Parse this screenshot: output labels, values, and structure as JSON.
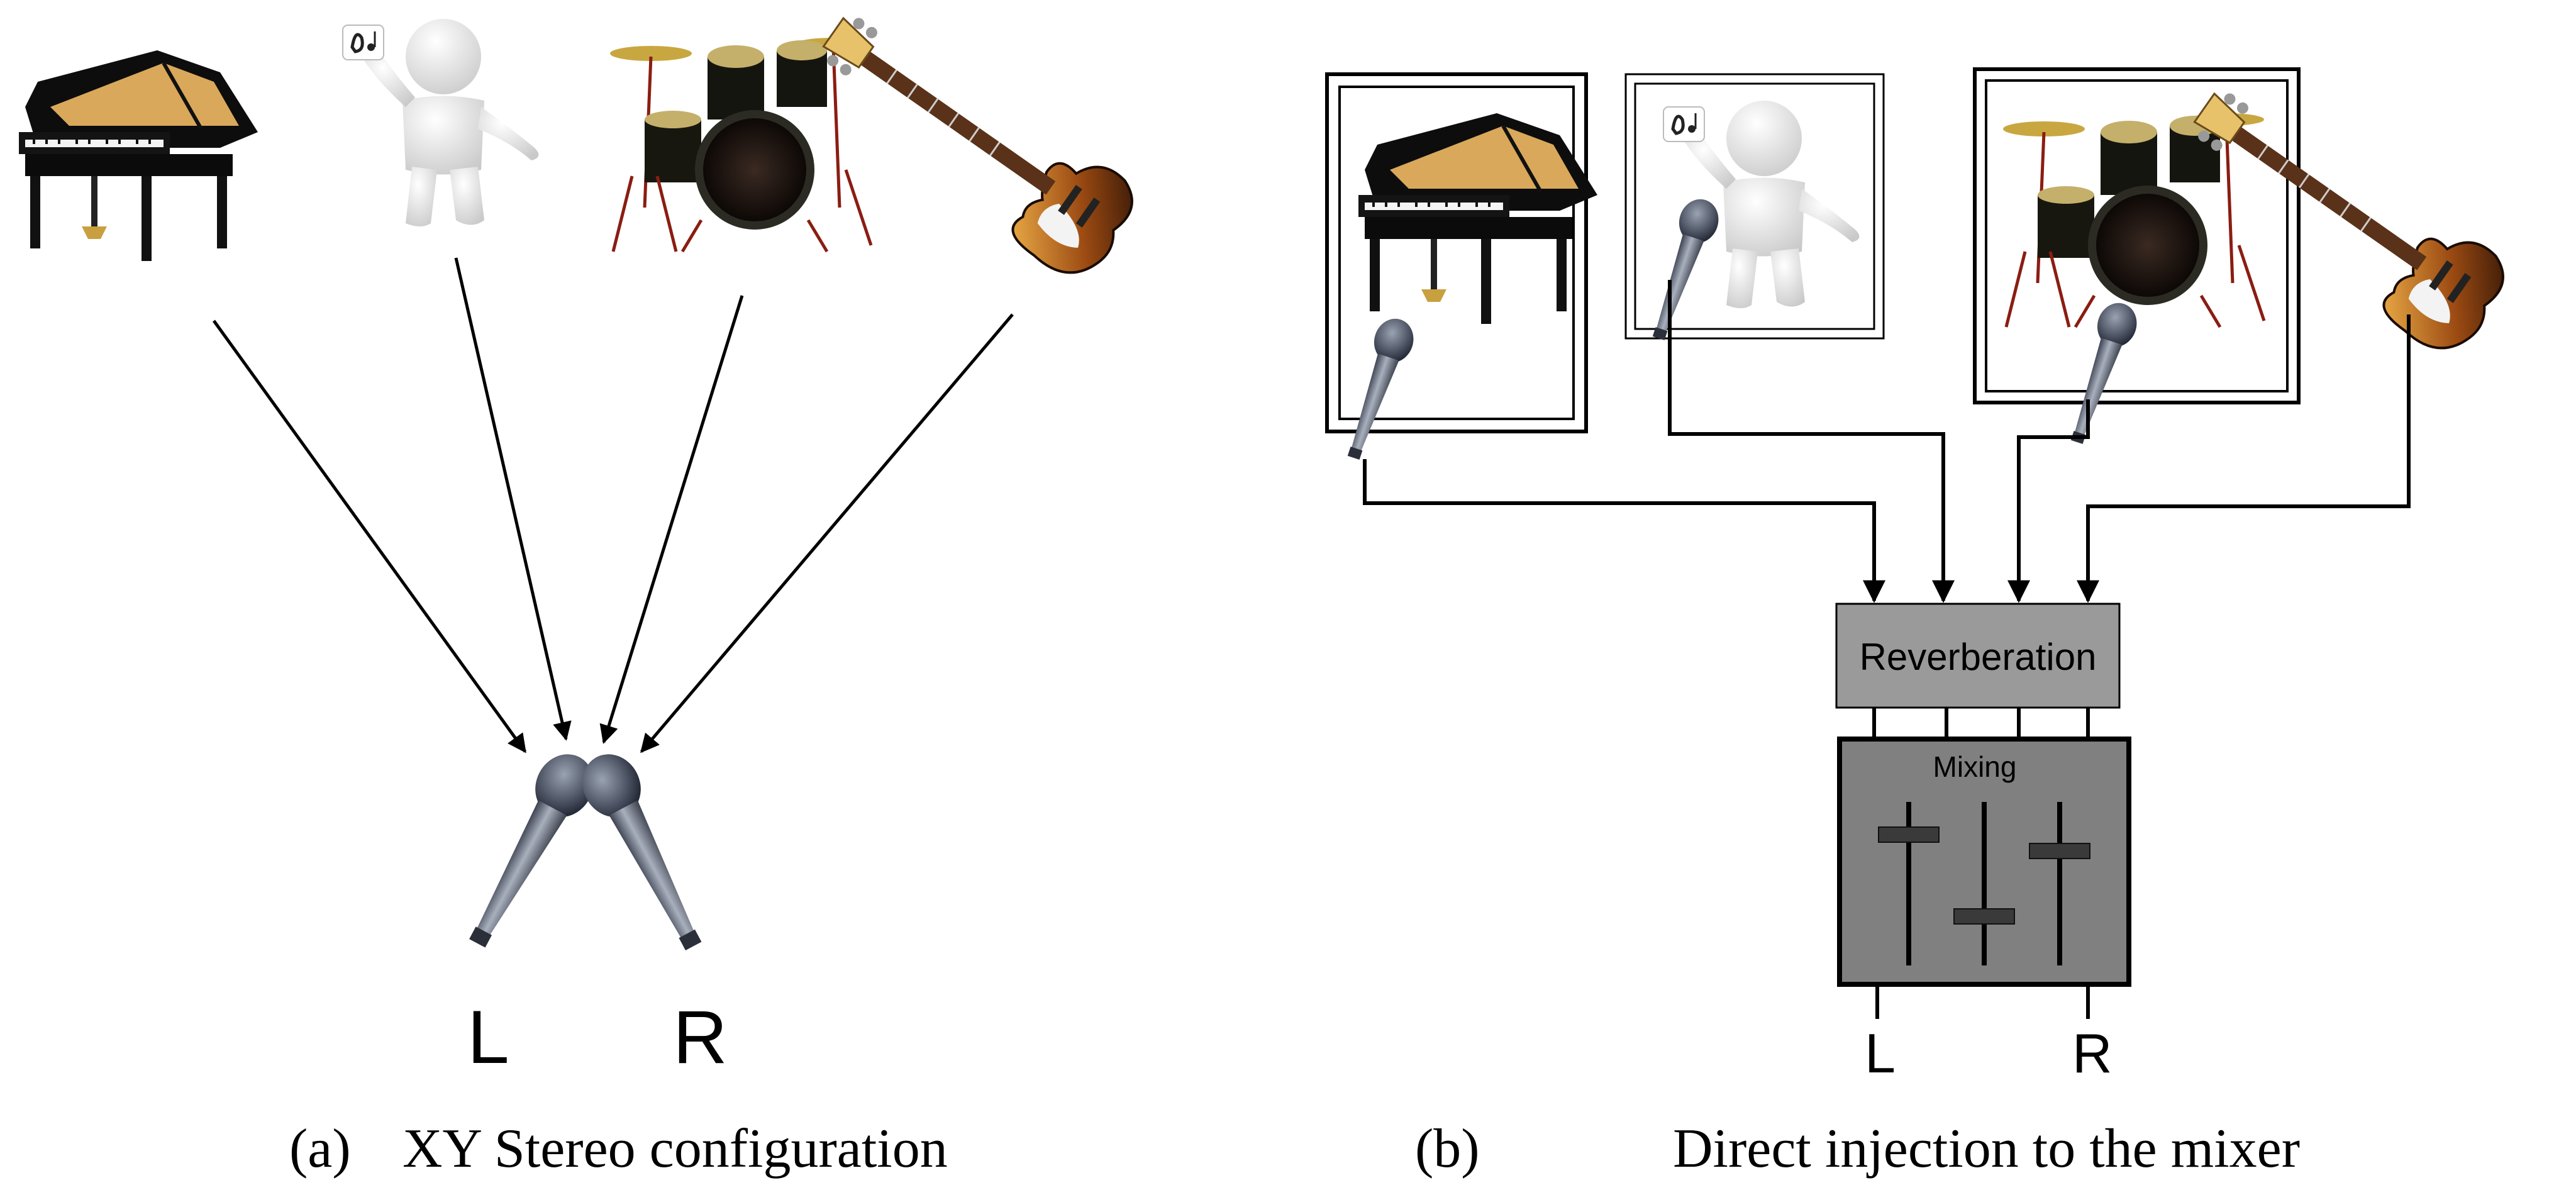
{
  "panel_a": {
    "caption_tag": "(a)",
    "caption_text": "XY Stereo configuration",
    "sources": [
      {
        "id": "piano",
        "icon": "grand-piano-icon"
      },
      {
        "id": "singer",
        "icon": "singer-figure-icon"
      },
      {
        "id": "drums",
        "icon": "drum-kit-icon"
      },
      {
        "id": "guitar",
        "icon": "bass-guitar-icon"
      }
    ],
    "microphone_icon": "xy-microphone-pair-icon",
    "left_label": "L",
    "right_label": "R"
  },
  "panel_b": {
    "caption_tag": "(b)",
    "caption_text": "Direct injection to the mixer",
    "reverb_label": "Reverberation",
    "mixing_label": "Mixing",
    "left_label": "L",
    "right_label": "R",
    "fader_levels": [
      0.2,
      0.7,
      0.3
    ]
  },
  "colors": {
    "reverb_fill": "#9a9a9a",
    "mixer_fill": "#808080",
    "line": "#000000"
  }
}
